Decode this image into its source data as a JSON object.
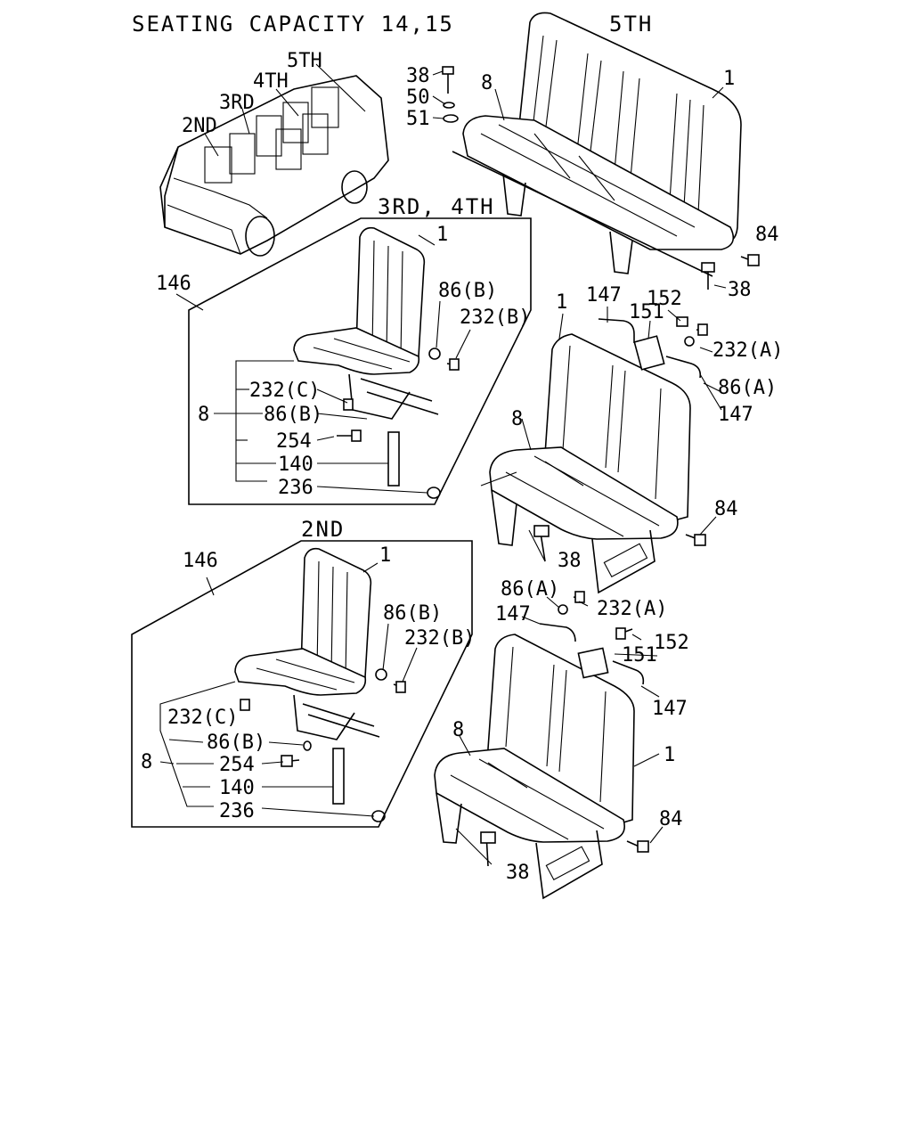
{
  "title": "SEATING CAPACITY 14,15",
  "sections": {
    "van": {
      "labels": [
        "5TH",
        "4TH",
        "3RD",
        "2ND"
      ]
    },
    "fifth": {
      "header": "5TH",
      "callouts": [
        "38",
        "50",
        "51",
        "8",
        "1",
        "84",
        "38"
      ]
    },
    "third_fourth": {
      "header": "3RD, 4TH",
      "callouts": [
        "146",
        "1",
        "86(B)",
        "232(B)",
        "232(C)",
        "8",
        "86(B)",
        "254",
        "140",
        "236"
      ]
    },
    "second": {
      "header": "2ND",
      "callouts": [
        "146",
        "1",
        "86(B)",
        "232(B)",
        "232(C)",
        "8",
        "86(B)",
        "254",
        "140",
        "236"
      ]
    },
    "bench_upper": {
      "callouts": [
        "1",
        "147",
        "152",
        "151",
        "232(A)",
        "86(A)",
        "147",
        "8",
        "84",
        "38"
      ]
    },
    "bench_lower": {
      "callouts": [
        "86(A)",
        "232(A)",
        "147",
        "152",
        "151",
        "147",
        "8",
        "1",
        "84",
        "38"
      ]
    }
  }
}
